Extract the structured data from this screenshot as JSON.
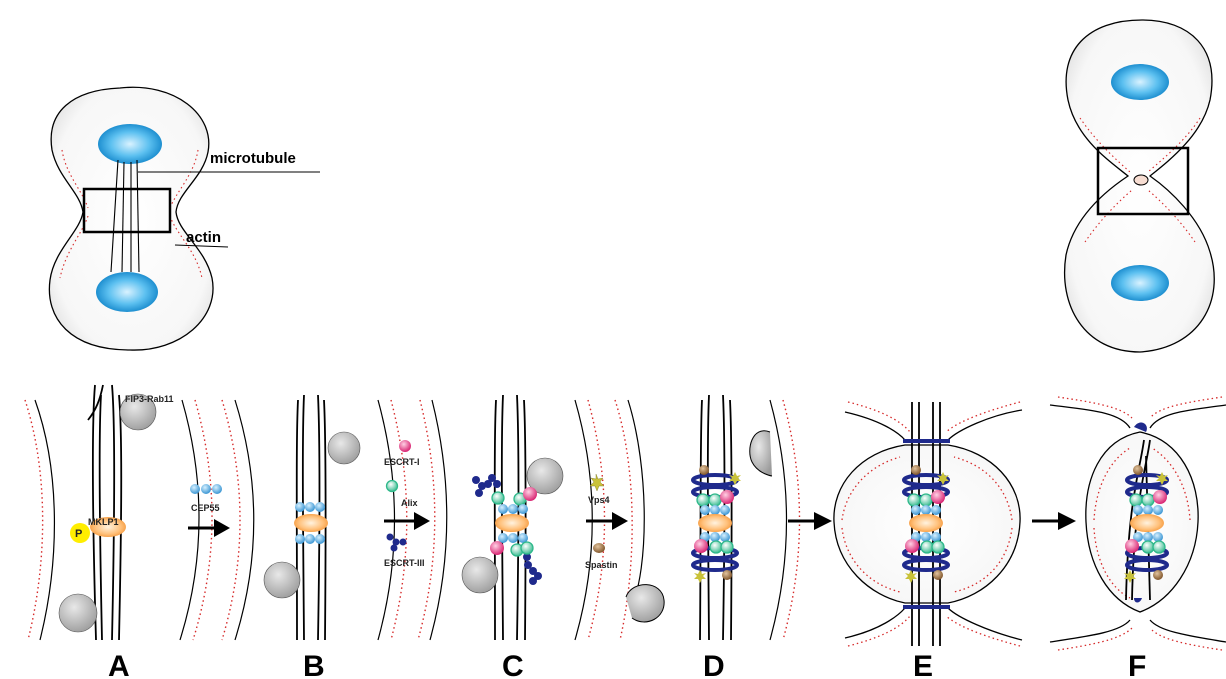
{
  "top_labels": {
    "microtubule": "microtubule",
    "actin": "actin"
  },
  "panel_labels": {
    "a": "A",
    "b": "B",
    "c": "C",
    "d": "D",
    "e": "E",
    "f": "F"
  },
  "molecule_labels": {
    "fip3_rab11": "FIP3-Rab11",
    "mklp1": "MKLP1",
    "phospho": "P",
    "cep55": "CEP55",
    "escrt_i": "ESCRT-I",
    "alix": "Alix",
    "escrt_iii": "ESCRT-III",
    "vps4": "Vps4",
    "spastin": "Spastin"
  },
  "colors": {
    "nucleus": "#29a3e0",
    "actin": "#d62a2a",
    "membrane": "#000000",
    "vesicle": "#b8b8b8",
    "cep55": "#3d9fd8",
    "mklp1": "#f4a24a",
    "phospho": "#ffee00",
    "escrt_i": "#e8317a",
    "alix": "#2eb88a",
    "escrt_iii": "#1f2a8c",
    "vps4": "#c9c23a",
    "spastin": "#9a6a3a"
  }
}
